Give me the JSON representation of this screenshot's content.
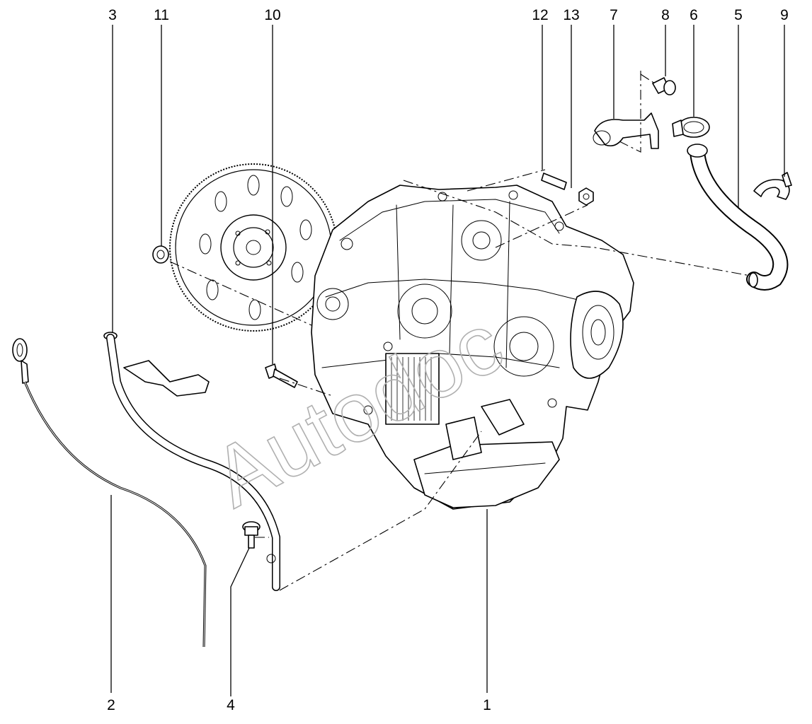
{
  "watermark": "Autodoc",
  "callouts": {
    "c1": "1",
    "c2": "2",
    "c3": "3",
    "c4": "4",
    "c5": "5",
    "c6": "6",
    "c7": "7",
    "c8": "8",
    "c9": "9",
    "c10": "10",
    "c11": "11",
    "c12": "12",
    "c13": "13"
  }
}
